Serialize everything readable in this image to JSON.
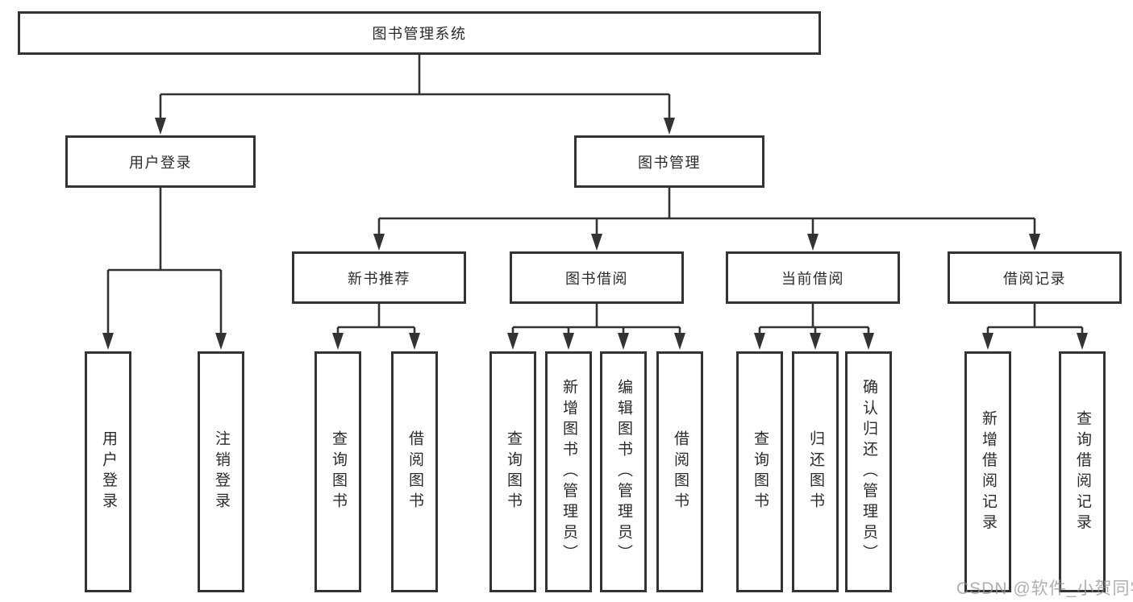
{
  "colors": {
    "line": "#333333",
    "box_border": "#333333",
    "text": "#2b2b2b",
    "background": "#ffffff",
    "watermark": "#949494"
  },
  "watermark": {
    "text": "CSDN @软件_小贺同学"
  },
  "tree": {
    "root": {
      "label": "图书管理系统"
    },
    "branches": [
      {
        "label": "用户登录",
        "children": [
          {
            "label": "用户登录"
          },
          {
            "label": "注销登录"
          }
        ]
      },
      {
        "label": "图书管理",
        "children": [
          {
            "label": "新书推荐",
            "children": [
              {
                "label": "查询图书"
              },
              {
                "label": "借阅图书"
              }
            ]
          },
          {
            "label": "图书借阅",
            "children": [
              {
                "label": "查询图书"
              },
              {
                "label": "新增图书（管理员）"
              },
              {
                "label": "编辑图书（管理员）"
              },
              {
                "label": "借阅图书"
              }
            ]
          },
          {
            "label": "当前借阅",
            "children": [
              {
                "label": "查询图书"
              },
              {
                "label": "归还图书"
              },
              {
                "label": "确认归还（管理员）"
              }
            ]
          },
          {
            "label": "借阅记录",
            "children": [
              {
                "label": "新增借阅记录"
              },
              {
                "label": "查询借阅记录"
              }
            ]
          }
        ]
      }
    ]
  }
}
